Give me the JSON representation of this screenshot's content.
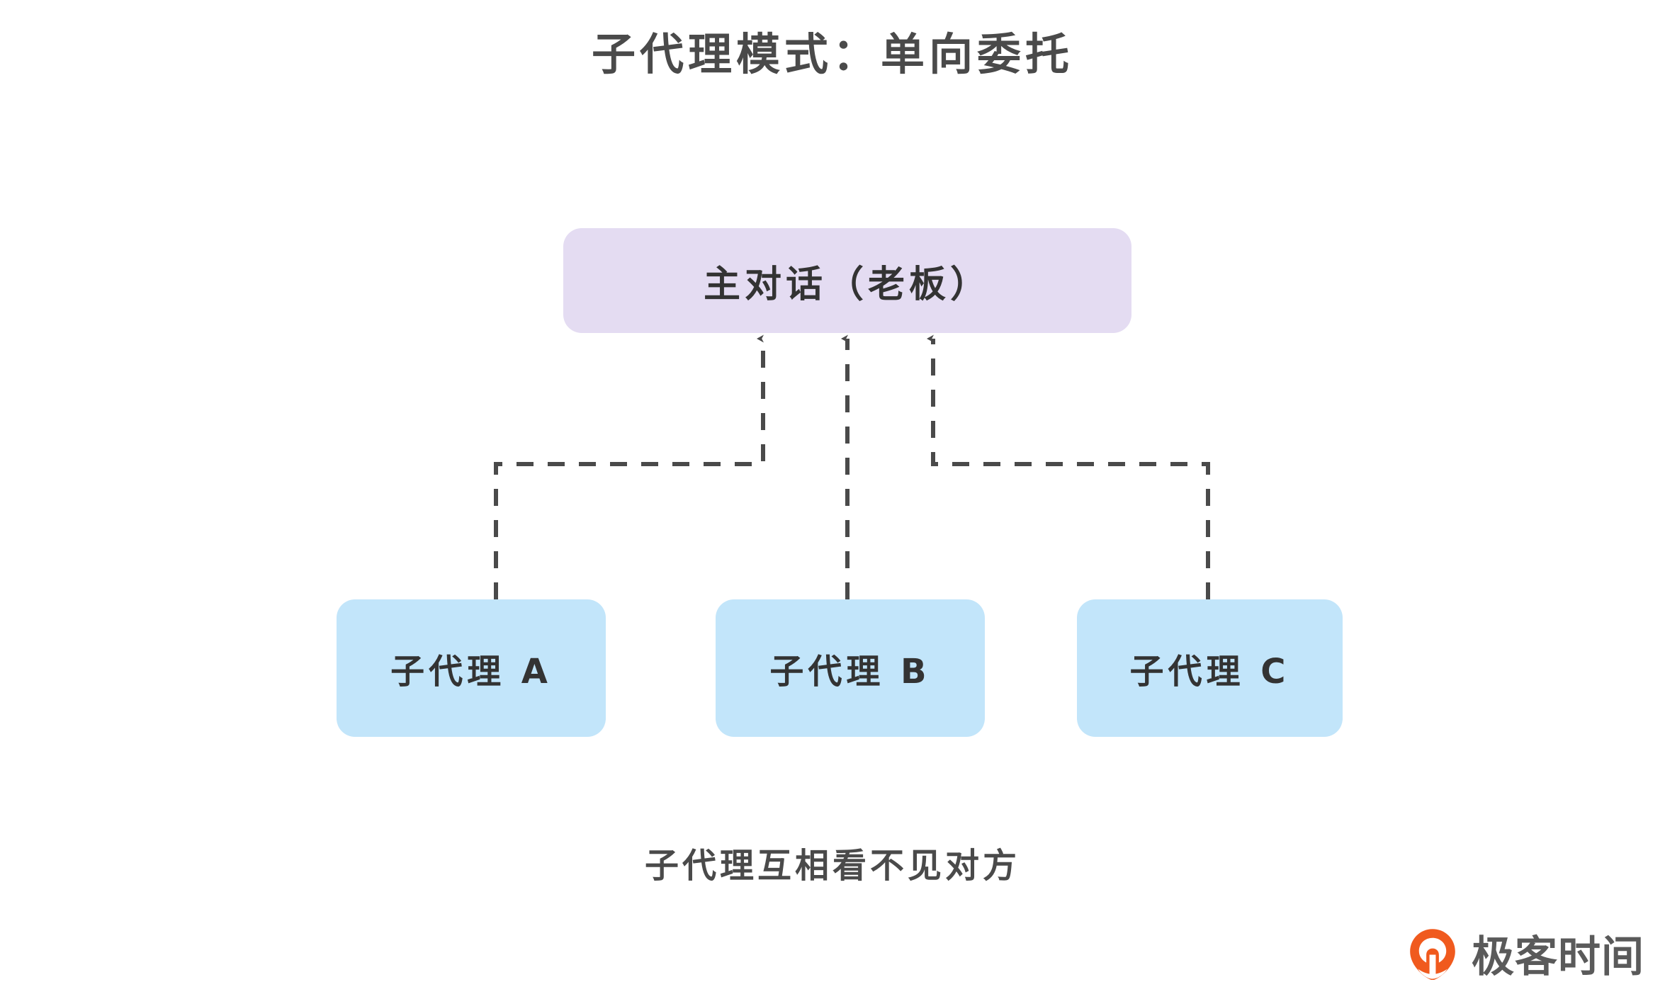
{
  "page": {
    "title": "子代理模式：单向委托",
    "caption": "子代理互相看不见对方",
    "background": "#FFFFFF"
  },
  "diagram": {
    "type": "hierarchy-tree",
    "root": {
      "label": "主对话（老板）",
      "fill": "#E4DCF2",
      "text_color": "#333333"
    },
    "children": [
      {
        "label": "子代理 A",
        "fill": "#C2E5FA",
        "text_color": "#333333"
      },
      {
        "label": "子代理 B",
        "fill": "#C2E5FA",
        "text_color": "#333333"
      },
      {
        "label": "子代理 C",
        "fill": "#C2E5FA",
        "text_color": "#333333"
      }
    ],
    "edges": {
      "style": "dashed",
      "color": "#4A4A4A",
      "direction": "child-to-root",
      "arrowheads": 3,
      "description": "子代理 A、B、C 各有一条虚线箭头指向主对话，子代理之间没有连线"
    }
  },
  "branding": {
    "logo_text": "极客时间",
    "logo_accent": "#F05A1E",
    "logo_icon": "geektime-circle-icon"
  }
}
